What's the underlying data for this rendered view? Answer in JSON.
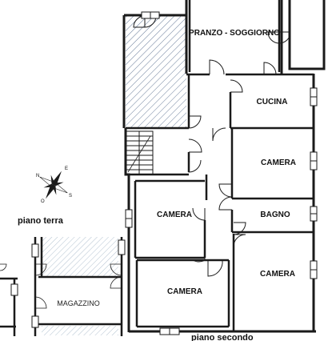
{
  "rooms": {
    "pranzo_soggiorno": "PRANZO - SOGGIORNO",
    "cucina": "CUCINA",
    "camera_1": "CAMERA",
    "bagno": "BAGNO",
    "camera_2": "CAMERA",
    "camera_3": "CAMERA",
    "camera_4": "CAMERA",
    "magazzino": "MAGAZZINO"
  },
  "captions": {
    "piano_terra": "piano terra",
    "piano_secondo": "piano secondo"
  },
  "compass": {
    "n": "N",
    "e": "E",
    "s": "S",
    "o": "O"
  },
  "colors": {
    "wall": "#1a1a1a",
    "hatch": "#5a6b8a",
    "hatch_light": "#8aa0b5"
  }
}
